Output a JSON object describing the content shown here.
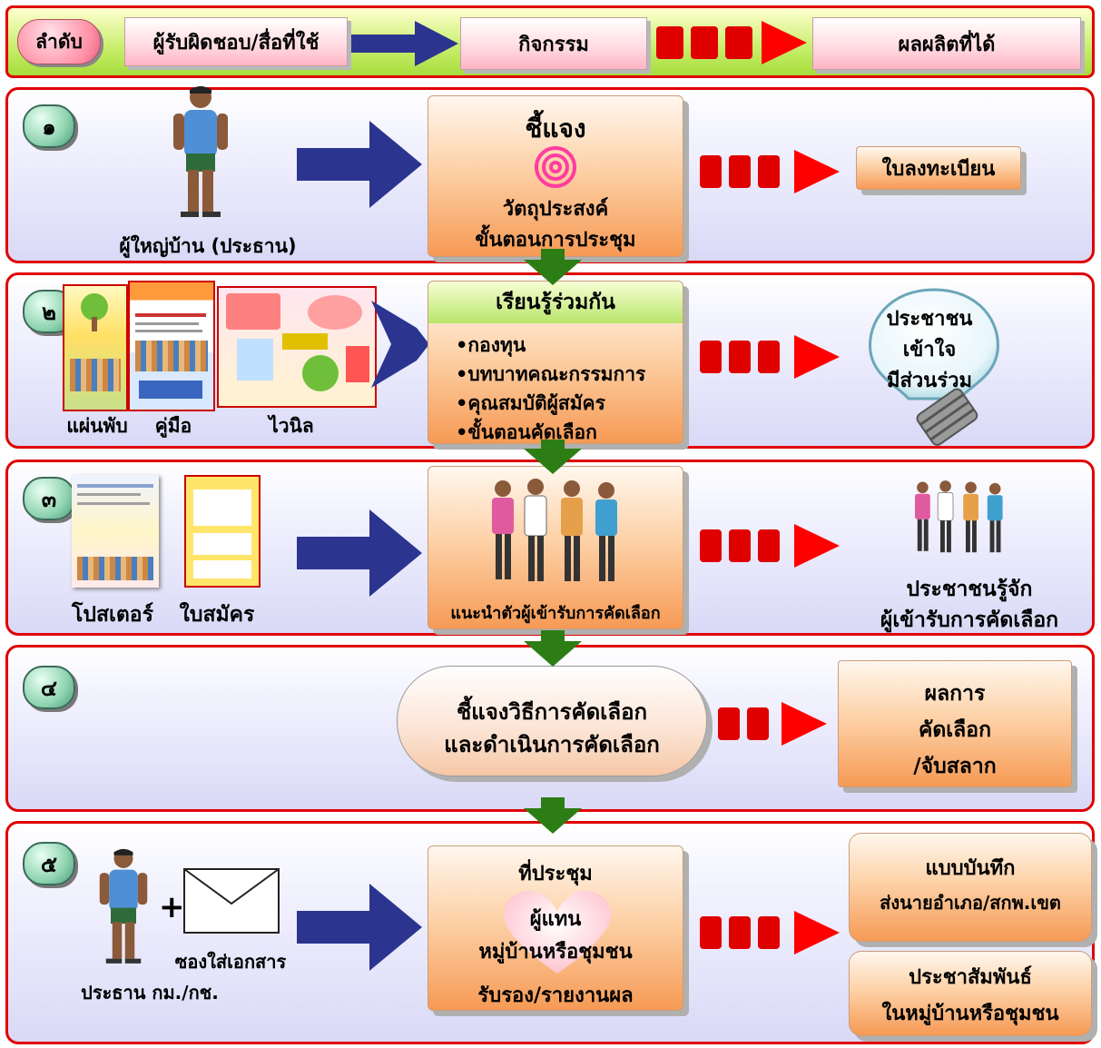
{
  "header": {
    "order": "ลำดับ",
    "responsible": "ผู้รับผิดชอบ/สื่อที่ใช้",
    "activity": "กิจกรรม",
    "output": "ผลผลิตที่ได้"
  },
  "rows": [
    {
      "number": "๑",
      "actor": "ผู้ใหญ่บ้าน (ประธาน)",
      "activity_title": "ชี้แจง",
      "activity_lines": [
        "วัตถุประสงค์",
        "ขั้นตอนการประชุม"
      ],
      "output": "ใบลงทะเบียน"
    },
    {
      "number": "๒",
      "media": [
        "แผ่นพับ",
        "คู่มือ",
        "ไวนิล"
      ],
      "activity_title": "เรียนรู้ร่วมกัน",
      "activity_lines": [
        "•กองทุน",
        "•บทบาทคณะกรรมการ",
        "•คุณสมบัติผู้สมัคร",
        "•ขั้นตอนคัดเลือก"
      ],
      "output_lines": [
        "ประชาชน",
        "เข้าใจ",
        "มีส่วนร่วม"
      ]
    },
    {
      "number": "๓",
      "media": [
        "โปสเตอร์",
        "ใบสมัคร"
      ],
      "activity_title": "แนะนำตัวผู้เข้ารับการคัดเลือก",
      "output_lines": [
        "ประชาชนรู้จัก",
        "ผู้เข้ารับการคัดเลือก"
      ]
    },
    {
      "number": "๔",
      "activity_lines": [
        "ชี้แจงวิธีการคัดเลือก",
        "และดำเนินการคัดเลือก"
      ],
      "output_lines": [
        "ผลการ",
        "คัดเลือก",
        "/จับสลาก"
      ]
    },
    {
      "number": "๕",
      "envelope_label": "ซองใส่เอกสาร",
      "actor": "ประธาน กม./กช.",
      "activity_title": "ที่ประชุม",
      "heart_lines": [
        "ผู้แทน",
        "หมู่บ้านหรือชุมชน"
      ],
      "activity_footer": "รับรอง/รายงานผล",
      "output1_lines": [
        "แบบบันทึก",
        "ส่งนายอำเภอ/สกพ.เขต"
      ],
      "output2_lines": [
        "ประชาสัมพันธ์",
        "ในหมู่บ้านหรือชุมชน"
      ]
    }
  ],
  "colors": {
    "border_red": "#e00000",
    "arrow_blue": "#2b3590",
    "arrow_green": "#2d7d15",
    "header_green": "#b3e24e"
  },
  "icons": [
    "man-figure-icon",
    "spiral-icon",
    "lightbulb-icon",
    "people-group-icon",
    "envelope-icon",
    "heart-icon",
    "pamphlet-thumbnail",
    "manual-thumbnail",
    "vinyl-banner-thumbnail",
    "poster-thumbnail",
    "application-form-thumbnail"
  ]
}
